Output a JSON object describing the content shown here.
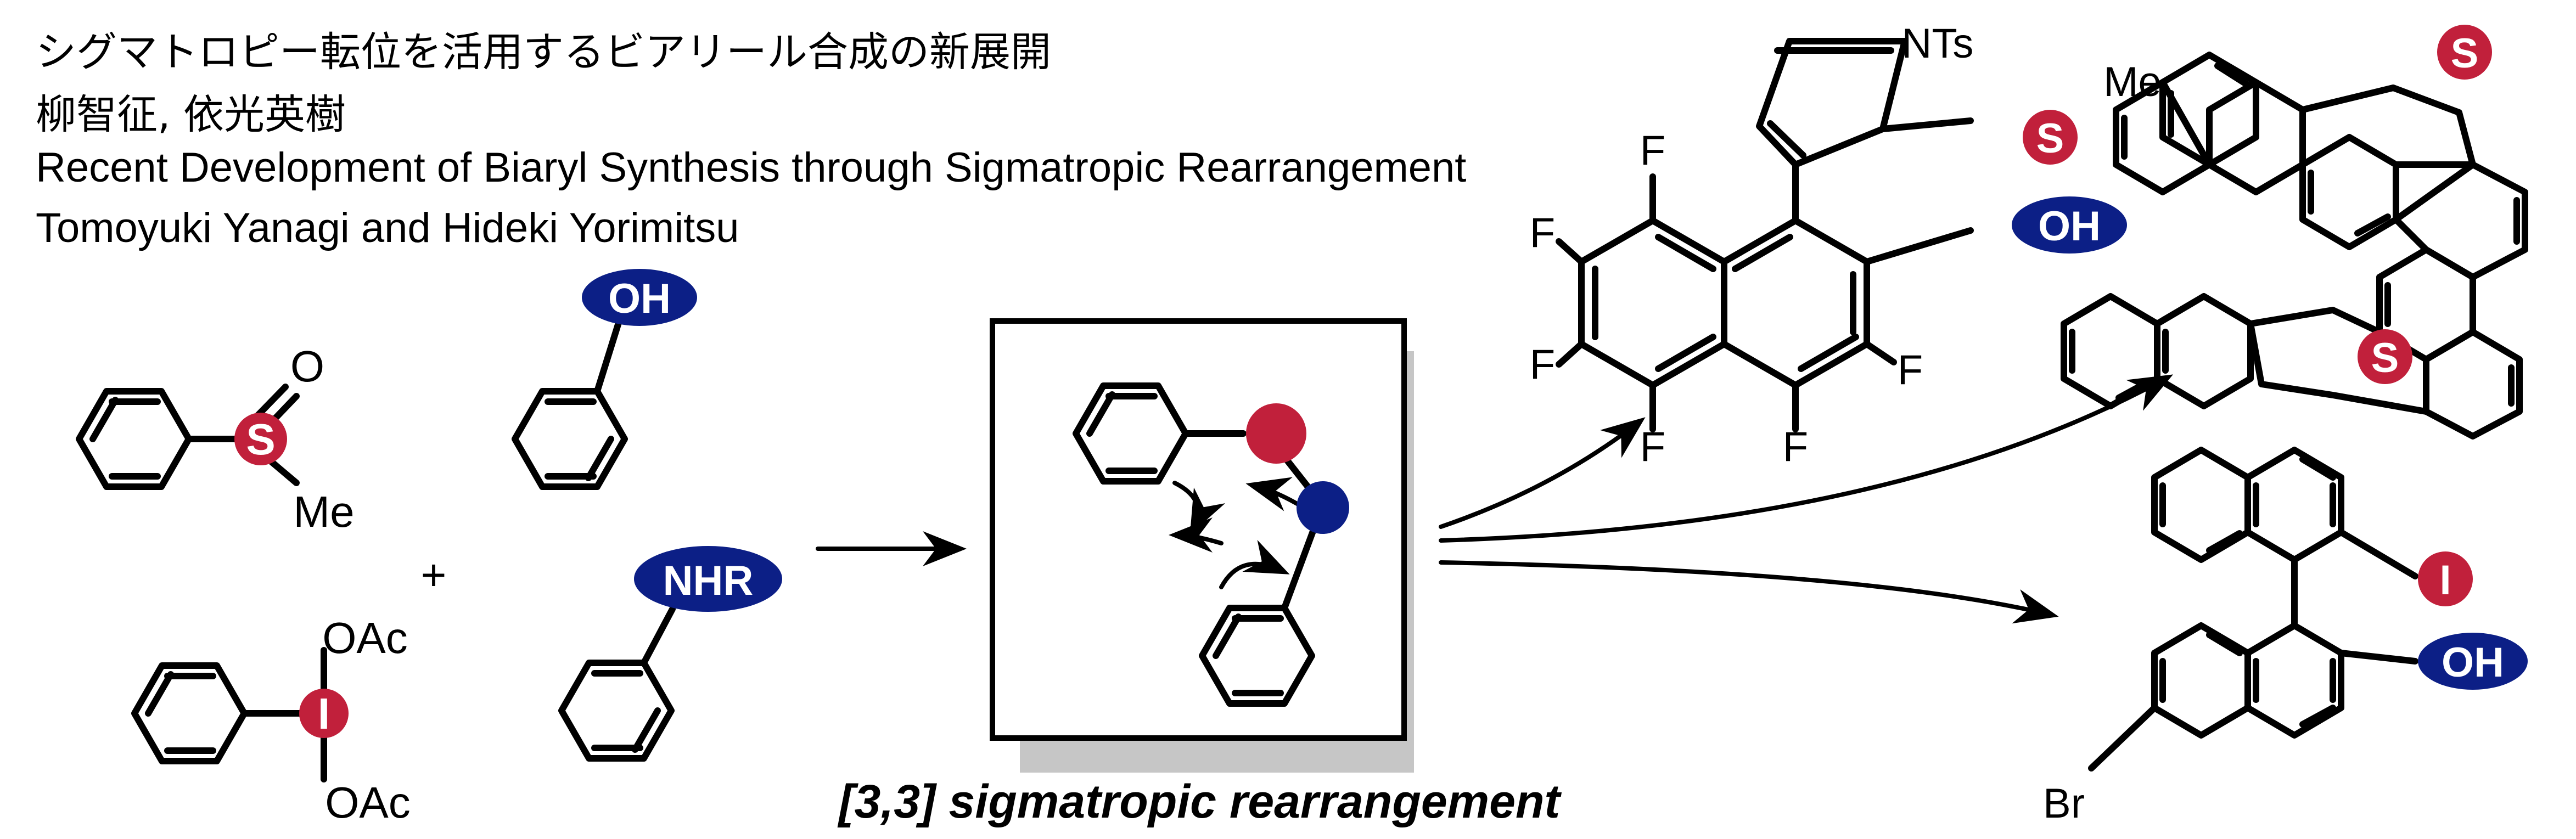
{
  "header": {
    "title_ja": "シグマトロピー転位を活用するビアリール合成の新展開",
    "authors_ja": "柳智征, 依光英樹",
    "title_en": "Recent Development of Biaryl Synthesis through Sigmatropic Rearrangement",
    "authors_en": "Tomoyuki Yanagi and Hideki Yorimitsu"
  },
  "reactants": {
    "sulfoxide": {
      "heteroatom": "S",
      "oxygen": "O",
      "substituent": "Me"
    },
    "plus": "+",
    "iodane": {
      "heteroatom": "I",
      "ligand_top": "OAc",
      "ligand_bottom": "OAc"
    },
    "phenol": {
      "group": "OH"
    },
    "aniline": {
      "group": "NHR"
    }
  },
  "mechanism": {
    "caption": "[3,3] sigmatropic rearrangement"
  },
  "products": {
    "naphthol": {
      "pyrrole_n": "NTs",
      "sulfur": "S",
      "methyl": "Me",
      "hydroxy": "OH",
      "fluorines": [
        "F",
        "F",
        "F",
        "F",
        "F",
        "F"
      ]
    },
    "thiahelicene": {
      "sulfur_top": "S",
      "sulfur_bottom": "S"
    },
    "binaphthol": {
      "iodo": "I",
      "hydroxy": "OH",
      "bromo": "Br"
    }
  },
  "colors": {
    "red": "#c1203b",
    "navy": "#0c1f86",
    "shadow": "#c6c6c6",
    "line": "#000000"
  }
}
